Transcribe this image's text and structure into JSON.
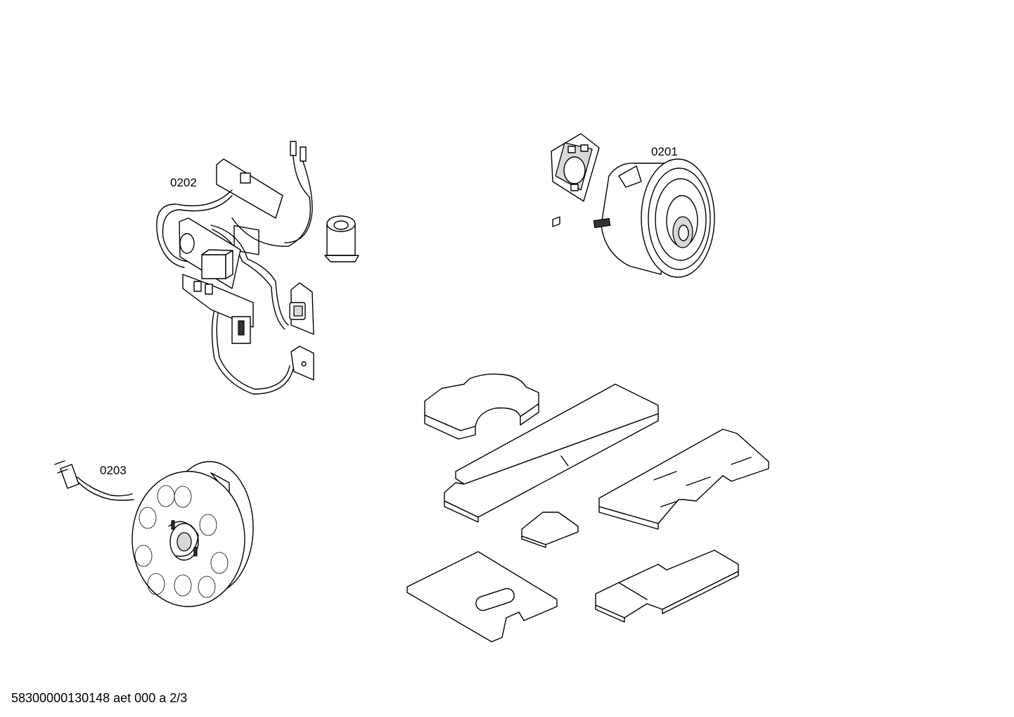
{
  "callouts": {
    "motor": "0201",
    "electronics": "0202",
    "cable_reel": "0203"
  },
  "footer": {
    "document_id": "58300000130148 aet 000 a 2/3"
  }
}
